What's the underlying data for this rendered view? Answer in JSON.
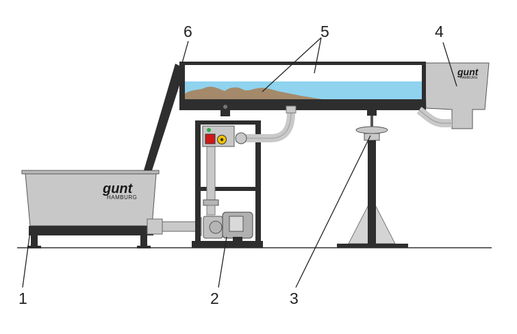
{
  "labels": {
    "tank": "1",
    "pump": "2",
    "height_adjust": "3",
    "inlet_tank": "4",
    "channel_sediment": "5",
    "drain_chute": "6"
  },
  "logo": {
    "brand": "gunt",
    "city": "HAMBURG"
  },
  "colors": {
    "steel": "#2e2e2e",
    "tank_grey": "#c8c8c8",
    "water": "#8fd3ef",
    "sediment": "#a48a6a",
    "pipe": "#c9c9c9",
    "stop_red": "#d01818",
    "start_yellow": "#f2c200",
    "indicator_green": "#2da848",
    "ground": "#333333"
  }
}
